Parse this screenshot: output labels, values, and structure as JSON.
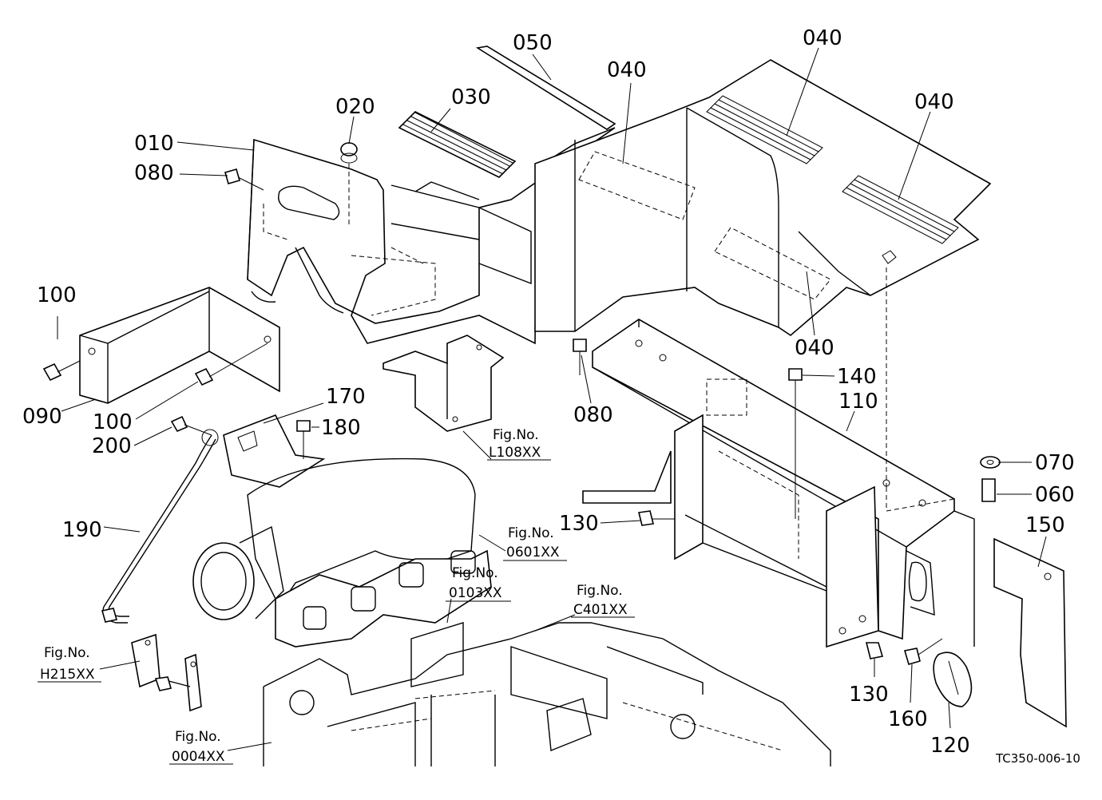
{
  "part_labels": {
    "p010": "010",
    "p020": "020",
    "p030": "030",
    "p050": "050",
    "p040a": "040",
    "p040b": "040",
    "p040c": "040",
    "p040d": "040",
    "p080a": "080",
    "p080b": "080",
    "p100a": "100",
    "p100b": "100",
    "p090": "090",
    "p200": "200",
    "p170": "170",
    "p180": "180",
    "p190": "190",
    "p140": "140",
    "p110": "110",
    "p070": "070",
    "p060": "060",
    "p130a": "130",
    "p130b": "130",
    "p150": "150",
    "p160": "160",
    "p120": "120"
  },
  "figure_refs": {
    "l108": {
      "title": "Fig.No.",
      "code": "L108XX"
    },
    "f0601": {
      "title": "Fig.No.",
      "code": "0601XX"
    },
    "f0103": {
      "title": "Fig.No.",
      "code": "0103XX"
    },
    "c401": {
      "title": "Fig.No.",
      "code": "C401XX"
    },
    "h215": {
      "title": "Fig.No.",
      "code": "H215XX"
    },
    "f0004": {
      "title": "Fig.No.",
      "code": "0004XX"
    }
  },
  "drawing_code": "TC350-006-10"
}
